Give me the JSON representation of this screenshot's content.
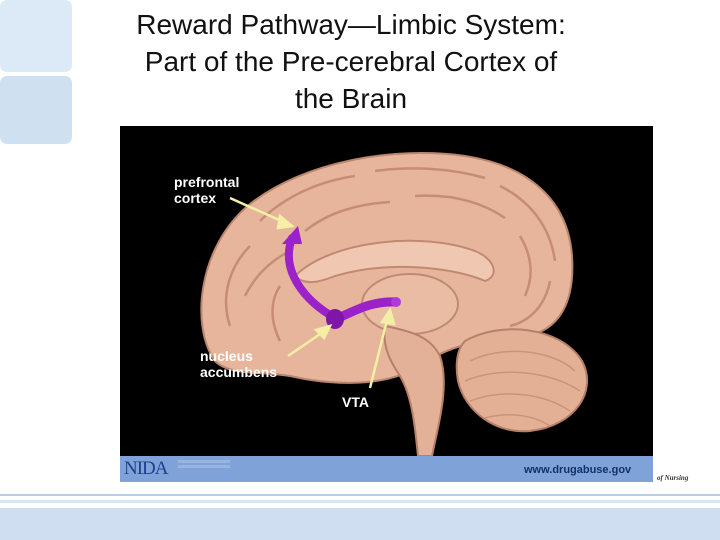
{
  "slide": {
    "title_lines": [
      "Reward Pathway—Limbic System:",
      "Part of the Pre-cerebral Cortex of",
      "the Brain"
    ]
  },
  "figure": {
    "labels": {
      "prefrontal": [
        "prefrontal",
        "cortex"
      ],
      "nucleus": [
        "nucleus",
        "accumbens"
      ],
      "vta": "VTA"
    },
    "logo_text": "NIDA",
    "source_url": "www.drugabuse.gov",
    "partial_caption": "of Nursing",
    "colors": {
      "brain": "#e6b59c",
      "pathway": "#9b22c9",
      "label_arrows": "#f3f0a6",
      "background": "#000000",
      "footer_band": "#7fa3d9"
    }
  }
}
